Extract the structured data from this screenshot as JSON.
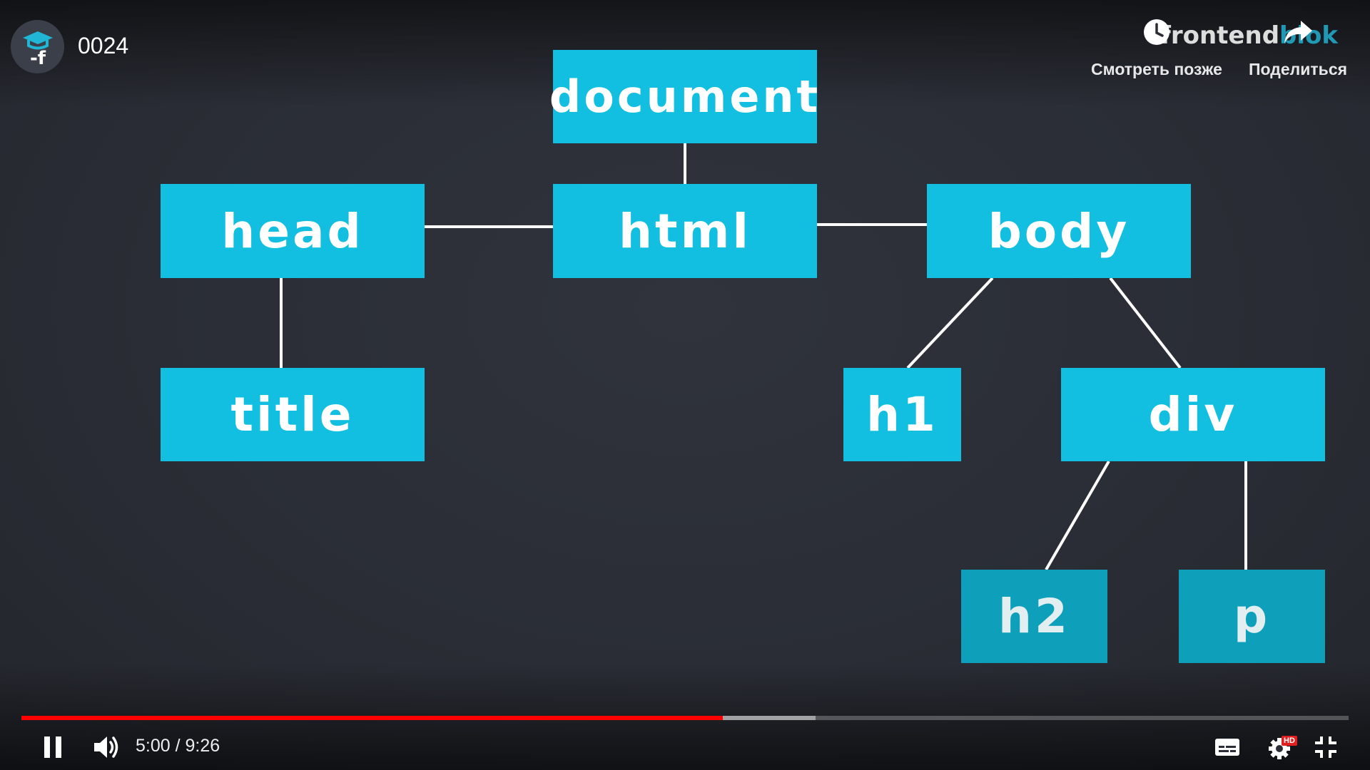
{
  "video": {
    "title": "0024",
    "current_time": "5:00",
    "separator": " / ",
    "duration": "9:26",
    "progress_fraction": 0.5283,
    "buffered_fraction": 0.5986
  },
  "top_actions": {
    "watch_later": "Смотреть позже",
    "share": "Поделиться"
  },
  "watermark": {
    "prefix": "-frontend",
    "suffix": "blok"
  },
  "diagram": {
    "nodes": [
      {
        "id": "document",
        "label": "document"
      },
      {
        "id": "html",
        "label": "html"
      },
      {
        "id": "head",
        "label": "head"
      },
      {
        "id": "body",
        "label": "body"
      },
      {
        "id": "title",
        "label": "title"
      },
      {
        "id": "h1",
        "label": "h1"
      },
      {
        "id": "div",
        "label": "div"
      },
      {
        "id": "h2",
        "label": "h2"
      },
      {
        "id": "p",
        "label": "p"
      }
    ],
    "edges": [
      [
        "document",
        "html"
      ],
      [
        "html",
        "head"
      ],
      [
        "html",
        "body"
      ],
      [
        "head",
        "title"
      ],
      [
        "body",
        "h1"
      ],
      [
        "body",
        "div"
      ],
      [
        "div",
        "h2"
      ],
      [
        "div",
        "p"
      ]
    ]
  },
  "colors": {
    "node_fill": "#12bfe0",
    "progress_played": "#ff0000",
    "hd_badge": "#e02020"
  },
  "icons": {
    "pause": "pause-icon",
    "volume": "volume-icon",
    "subtitles": "subtitles-icon",
    "settings": "settings-icon",
    "exit_fullscreen": "exit-fullscreen-icon",
    "watch_later": "clock-icon",
    "share": "share-arrow-icon"
  },
  "settings_badge": "HD"
}
